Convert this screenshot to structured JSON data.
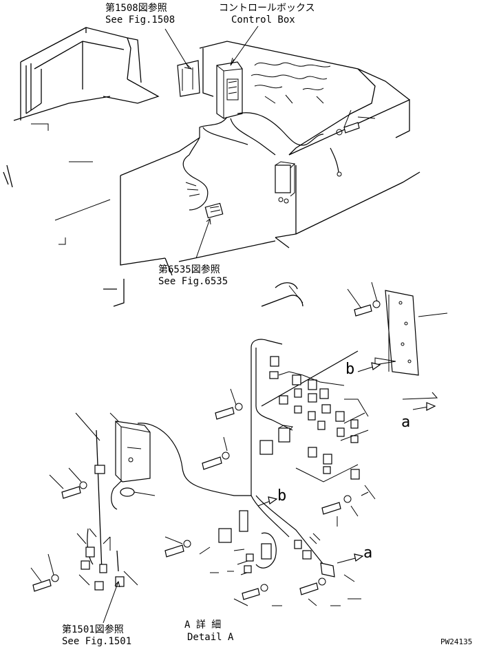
{
  "callouts": {
    "fig1508_jp": "第1508図参照",
    "fig1508_en": "See Fig.1508",
    "controlbox_jp": "コントロールボックス",
    "controlbox_en": "Control Box",
    "fig6535_jp": "第6535図参照",
    "fig6535_en": "See Fig.6535",
    "fig1501_jp": "第1501図参照",
    "fig1501_en": "See Fig.1501"
  },
  "detail": {
    "jp": "A 詳 細",
    "en": "Detail A"
  },
  "markers": {
    "a": "a",
    "b": "b"
  },
  "drawing_code": "PW24135"
}
